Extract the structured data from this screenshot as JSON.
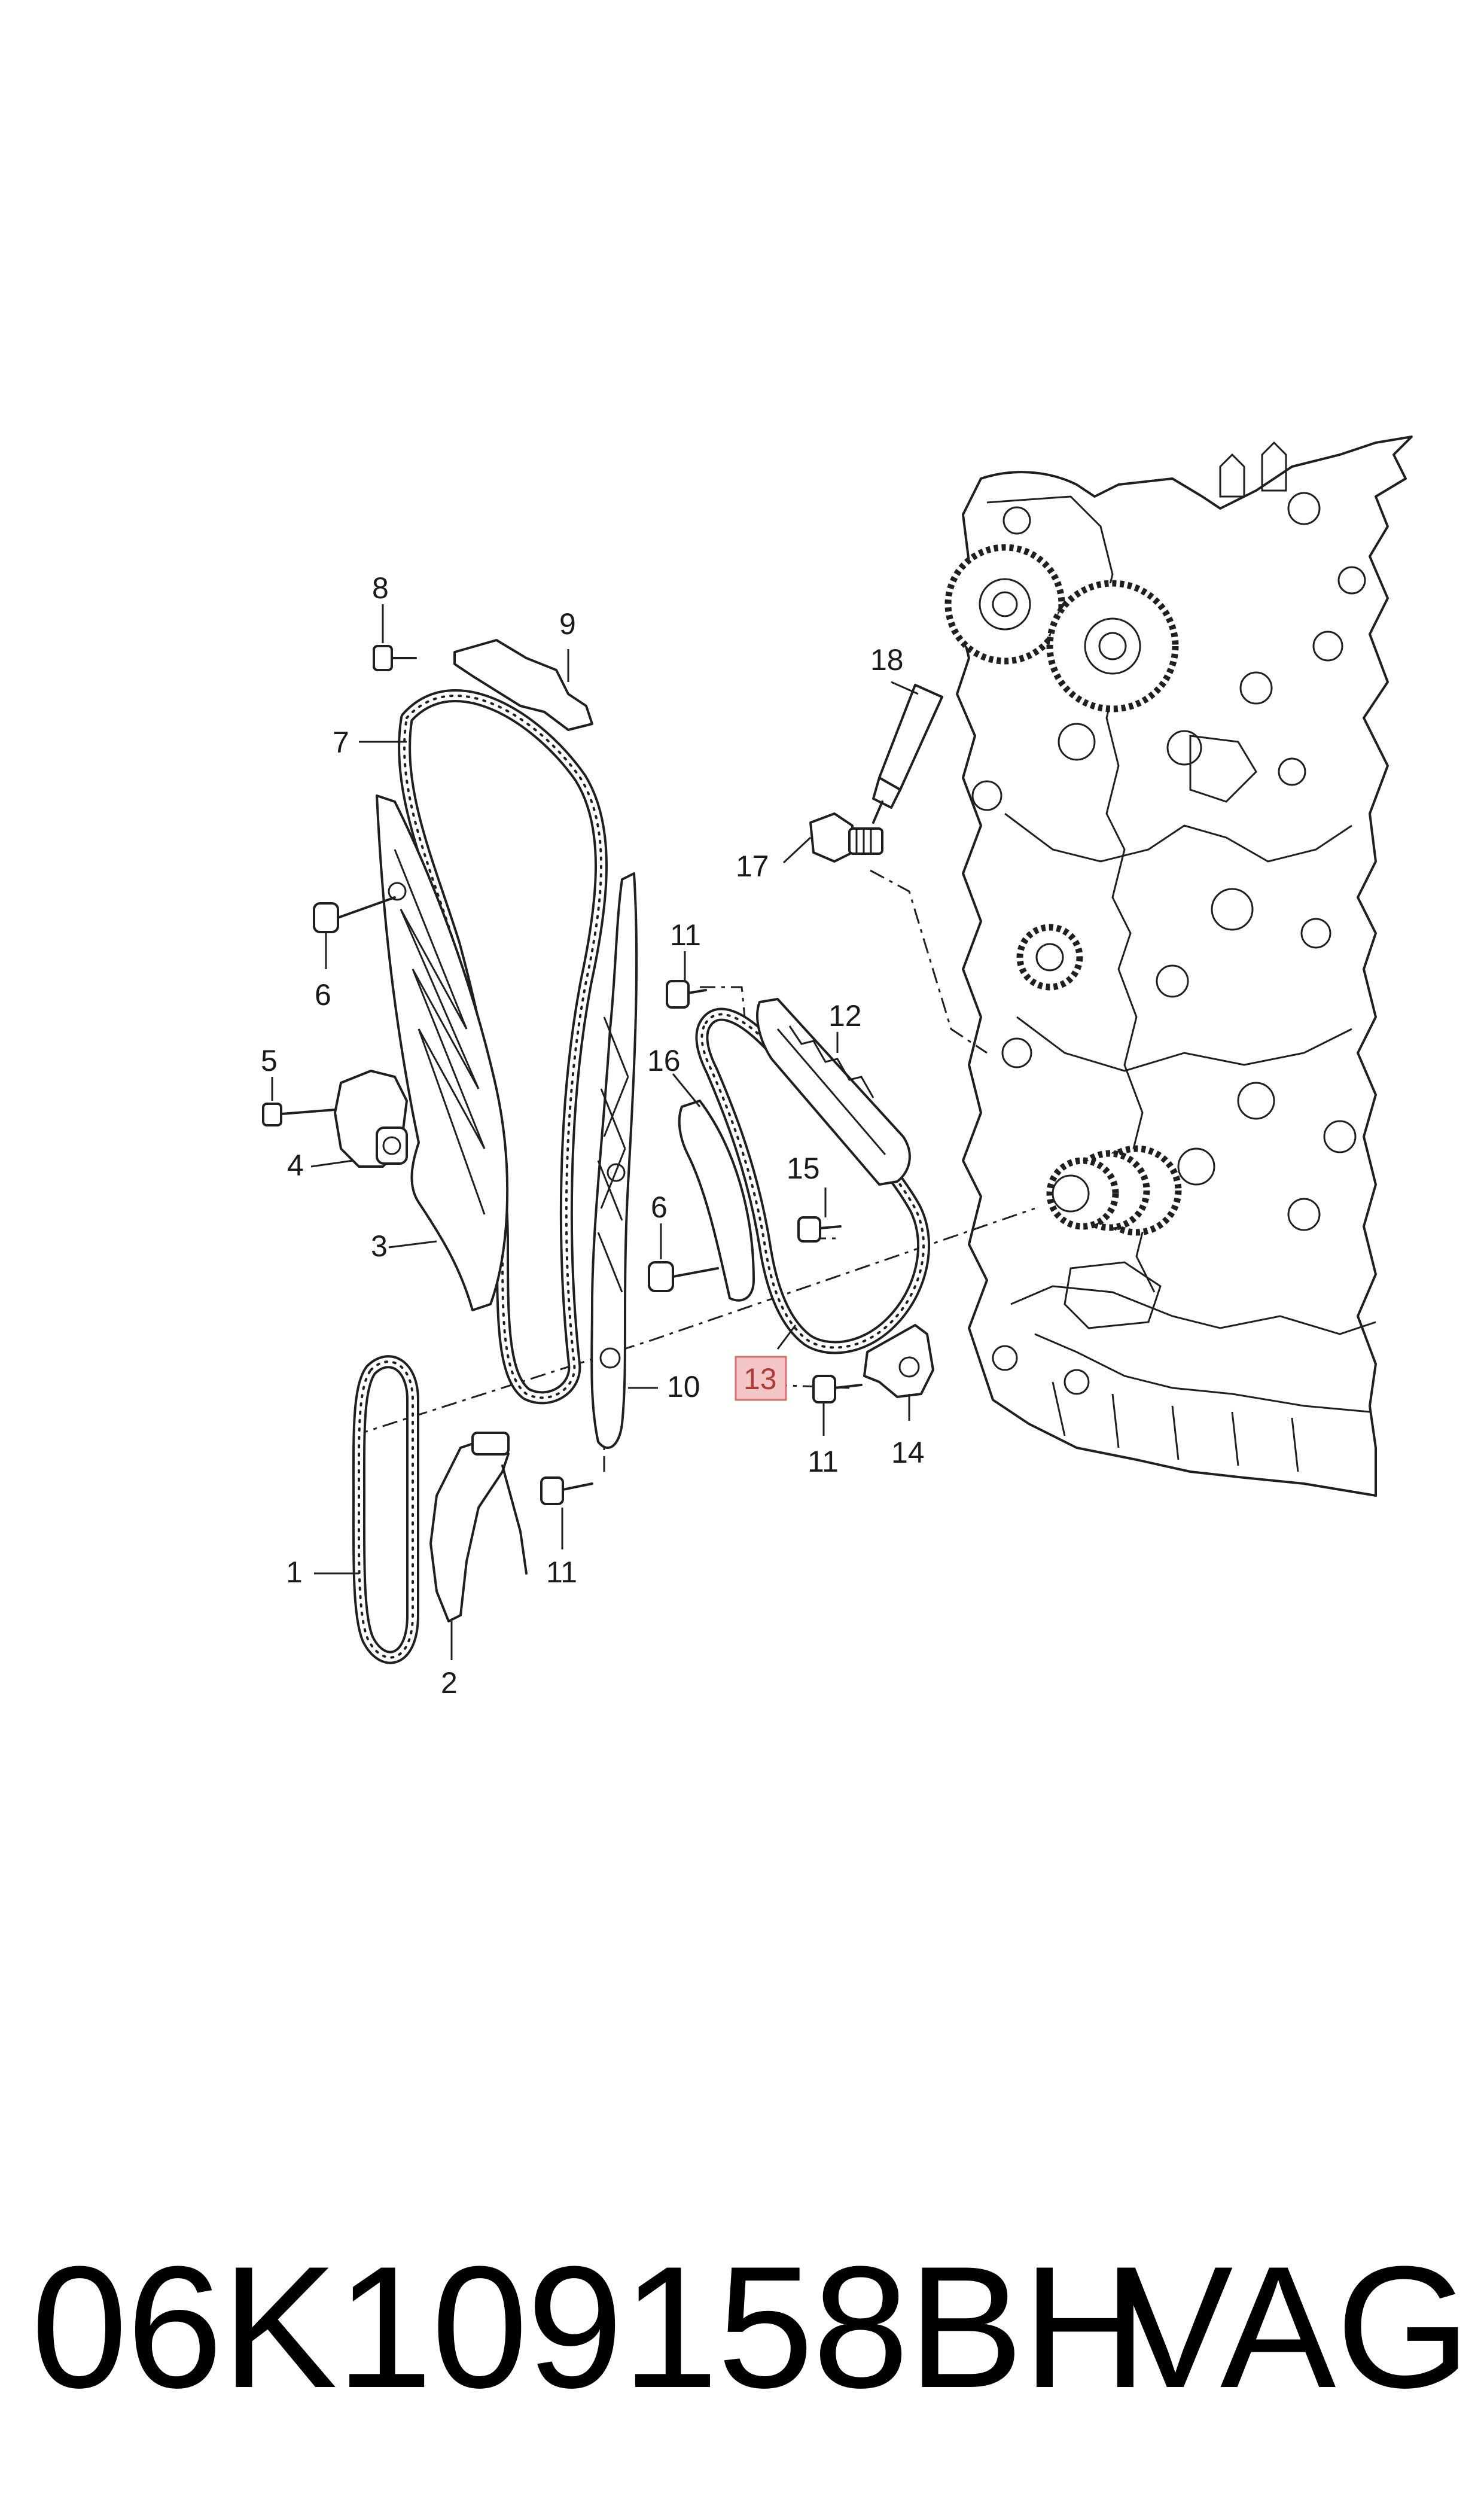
{
  "diagram": {
    "callouts": {
      "c1": "1",
      "c2": "2",
      "c3": "3",
      "c4": "4",
      "c5": "5",
      "c6a": "6",
      "c6b": "6",
      "c7": "7",
      "c8": "8",
      "c9": "9",
      "c10": "10",
      "c11a": "11",
      "c11b": "11",
      "c11c": "11",
      "c12": "12",
      "c13": "13",
      "c14": "14",
      "c15": "15",
      "c16": "16",
      "c17": "17",
      "c18": "18"
    },
    "highlighted_callout": "13",
    "highlight_color": "#f3c6c6",
    "highlight_border": "#d66f6f"
  },
  "footer": {
    "part_number": "06K109158BH",
    "brand": "VAG"
  }
}
